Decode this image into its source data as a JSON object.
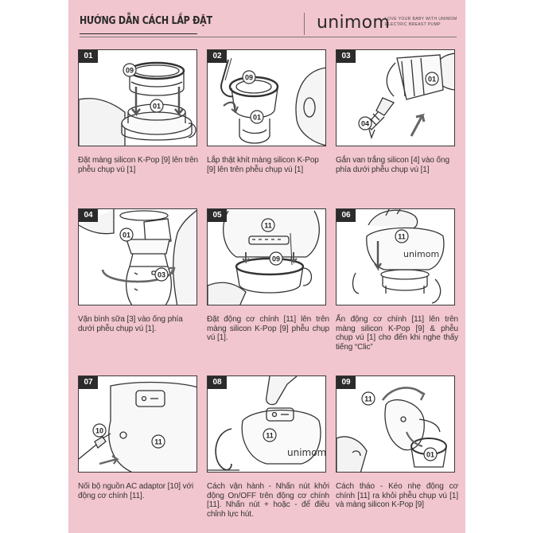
{
  "header": {
    "title": "HƯỚNG DẪN CÁCH LẮP ĐẶT",
    "logo": "unimom",
    "tagline_line1": "LOVE YOUR BABY WITH UNIMOM",
    "tagline_line2": "ELECTRIC BREAST PUMP"
  },
  "steps": [
    {
      "number": "01",
      "labels": [
        "09",
        "01"
      ],
      "caption": "Đặt màng silicon K-Pop [9] lên trên phễu chụp vú [1]"
    },
    {
      "number": "02",
      "labels": [
        "09",
        "01"
      ],
      "caption": "Lắp thật khít màng silicon K-Pop [9] lên trên phễu chụp vú [1]"
    },
    {
      "number": "03",
      "labels": [
        "01",
        "04"
      ],
      "caption": "Gắn van trắng silicon [4] vào ống phía dưới phễu chụp vú [1]"
    },
    {
      "number": "04",
      "labels": [
        "01",
        "03"
      ],
      "caption": "Vặn bình sữa [3] vào ống phía dưới phễu chụp vú [1]."
    },
    {
      "number": "05",
      "labels": [
        "11",
        "09"
      ],
      "caption": "Đặt động cơ chính [11] lên trên màng silicon K-Pop [9] phễu chụp vú [1]."
    },
    {
      "number": "06",
      "labels": [
        "11"
      ],
      "brand": "unimom",
      "caption": "Ấn động cơ chính [11] lên trên màng silicon K-Pop [9] & phễu chụp vú [1] cho đến khi nghe thấy tiếng “Clic”"
    },
    {
      "number": "07",
      "labels": [
        "10",
        "11"
      ],
      "caption": "Nối bộ nguồn AC adaptor [10] với động cơ chính [11]."
    },
    {
      "number": "08",
      "labels": [
        "11"
      ],
      "brand": "unimom",
      "caption": "Cách vận hành - Nhấn nút khởi động On/OFF trên động cơ chính [11]. Nhấn nút + hoặc - để điều chỉnh lực hút."
    },
    {
      "number": "09",
      "labels": [
        "11",
        "01"
      ],
      "caption": "Cách tháo - Kéo nhẹ động cơ chính [11] ra khỏi phễu chụp vú [1] và màng silicon K-Pop [9]"
    }
  ],
  "colors": {
    "background": "#f2c6cf",
    "ink": "#2b2b2b",
    "panel": "#ffffff"
  }
}
